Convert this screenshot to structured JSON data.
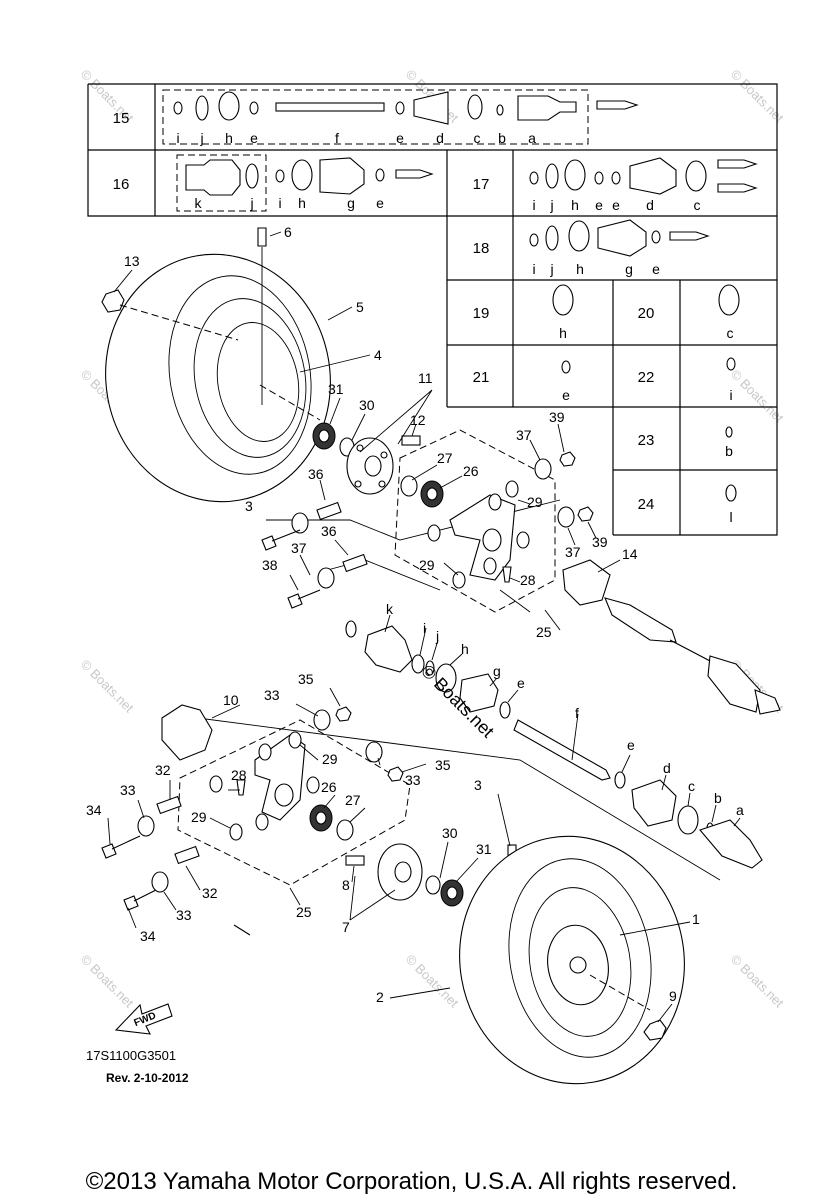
{
  "table": {
    "rows": [
      {
        "id": "15",
        "letters": [
          "i",
          "j",
          "h",
          "e",
          "f",
          "e",
          "d",
          "c",
          "b",
          "a"
        ]
      },
      {
        "id": "16",
        "letters": [
          "k",
          "j",
          "i",
          "h",
          "g",
          "e"
        ]
      },
      {
        "id": "17",
        "letters": [
          "i",
          "j",
          "h",
          "e",
          "e",
          "d",
          "c"
        ]
      },
      {
        "id": "18",
        "letters": [
          "i",
          "j",
          "h",
          "g",
          "e"
        ]
      }
    ],
    "small": [
      {
        "id": "19",
        "letter": "h"
      },
      {
        "id": "20",
        "letter": "c"
      },
      {
        "id": "21",
        "letter": "e"
      },
      {
        "id": "22",
        "letter": "i"
      },
      {
        "id": "23",
        "letter": "b"
      },
      {
        "id": "24",
        "letter": "l"
      }
    ]
  },
  "callouts": {
    "n1": "1",
    "n2": "2",
    "n3": "3",
    "n3b": "3",
    "n4": "4",
    "n5": "5",
    "n6": "6",
    "n7": "7",
    "n8": "8",
    "n9": "9",
    "n10": "10",
    "n11": "11",
    "n12": "12",
    "n13": "13",
    "n14": "14",
    "n25a": "25",
    "n25b": "25",
    "n26a": "26",
    "n26b": "26",
    "n27a": "27",
    "n27b": "27",
    "n28a": "28",
    "n28b": "28",
    "n29a": "29",
    "n29b": "29",
    "n29c": "29",
    "n29d": "29",
    "n30a": "30",
    "n30b": "30",
    "n31a": "31",
    "n31b": "31",
    "n32a": "32",
    "n32b": "32",
    "n33a": "33",
    "n33b": "33",
    "n33c": "33",
    "n33d": "33",
    "n34a": "34",
    "n34b": "34",
    "n35a": "35",
    "n35b": "35",
    "n36a": "36",
    "n36b": "36",
    "n37a": "37",
    "n37b": "37",
    "n37c": "37",
    "n38": "38",
    "n39a": "39",
    "n39b": "39",
    "shaft_k": "k",
    "shaft_i": "i",
    "shaft_j": "j",
    "shaft_h": "h",
    "shaft_g": "g",
    "shaft_e1": "e",
    "shaft_f": "f",
    "shaft_e2": "e",
    "shaft_d": "d",
    "shaft_c": "c",
    "shaft_b": "b",
    "shaft_a": "a"
  },
  "fwd_label": "FWD",
  "diagram_code": "17S1100G3501",
  "revision": "Rev.  2-10-2012",
  "watermark": "© Boats.net",
  "copyright": "©2013 Yamaha Motor Corporation, U.S.A. All rights reserved."
}
